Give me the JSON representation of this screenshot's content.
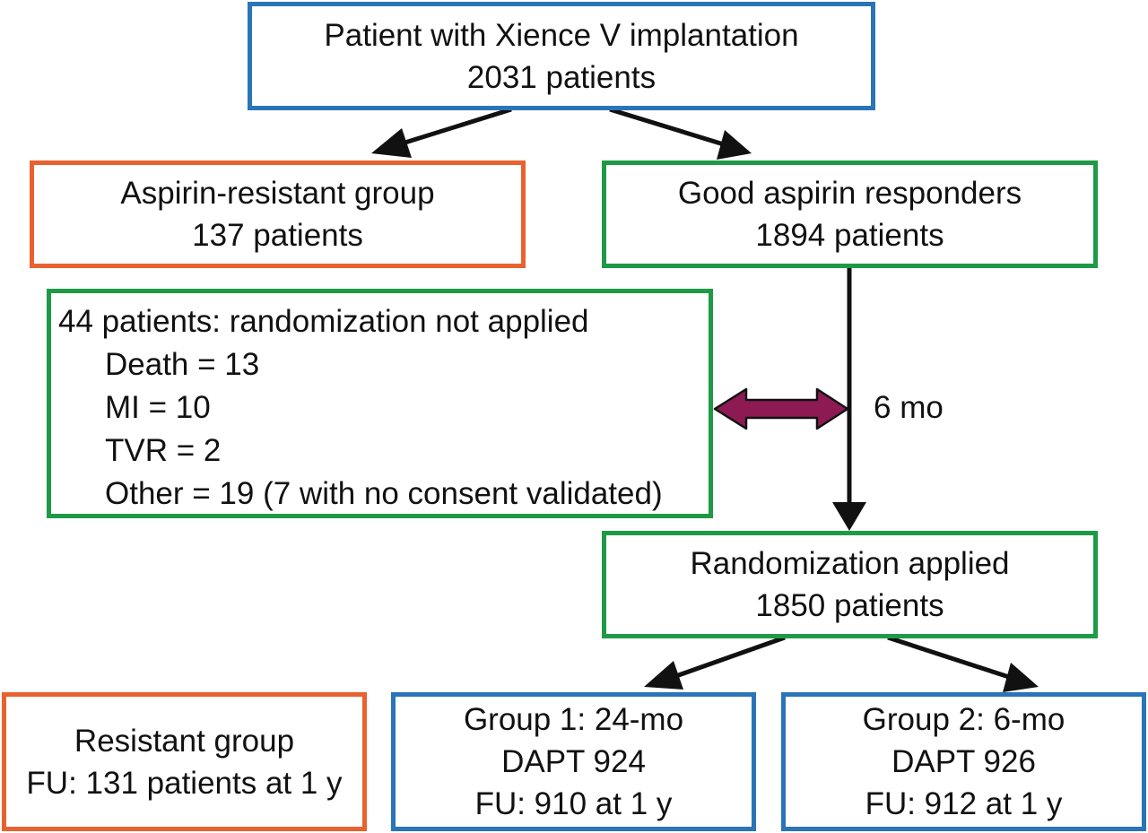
{
  "top": {
    "line1": "Patient with Xience V implantation",
    "line2": "2031 patients"
  },
  "resistant": {
    "line1": "Aspirin-resistant group",
    "line2": "137 patients"
  },
  "good": {
    "line1": "Good aspirin responders",
    "line2": "1894 patients"
  },
  "excluded": {
    "title": "44 patients: randomization not applied",
    "items": [
      "Death = 13",
      "MI = 10",
      "TVR = 2",
      "Other = 19 (7 with no consent validated)"
    ]
  },
  "interval_label": "6 mo",
  "randomized": {
    "line1": "Randomization applied",
    "line2": "1850 patients"
  },
  "resistant_fu": {
    "line1": "Resistant group",
    "line2": "FU: 131 patients at 1 y"
  },
  "group1": {
    "line1": "Group 1: 24-mo",
    "line2": "DAPT 924",
    "line3": "FU: 910 at 1 y"
  },
  "group2": {
    "line1": "Group 2: 6-mo",
    "line2": "DAPT 926",
    "line3": "FU: 912 at 1 y"
  },
  "colors": {
    "blue_border": "#2a74b8",
    "green_border": "#1e9a46",
    "orange_border": "#e8622f",
    "double_arrow": "#8e1a54",
    "arrow": "#111111"
  }
}
